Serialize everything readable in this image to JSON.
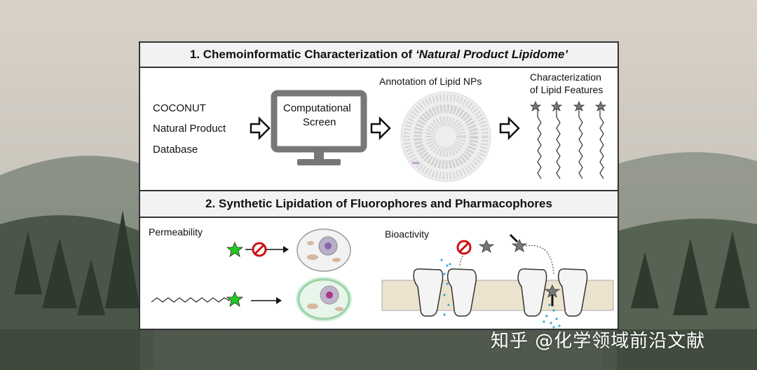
{
  "section1": {
    "title_prefix": "1. Chemoinformatic Characterization of ",
    "title_italic": "‘Natural Product Lipidome’",
    "coconut": [
      "COCONUT",
      "Natural Product",
      "Database"
    ],
    "screen_label": [
      "Computational",
      "Screen"
    ],
    "annotation_label": "Annotation of Lipid NPs",
    "characterization_label": [
      "Characterization",
      "of Lipid Features"
    ]
  },
  "section2": {
    "title": "2. Synthetic Lipidation of Fluorophores and Pharmacophores",
    "permeability_label": "Permeability",
    "bioactivity_label": "Bioactivity"
  },
  "watermark": "知乎 @化学领域前沿文献",
  "colors": {
    "star_green": "#22cc22",
    "inhibit_red": "#cc1111",
    "dots_blue": "#3aa8d8",
    "membrane": "#ece3cf"
  }
}
